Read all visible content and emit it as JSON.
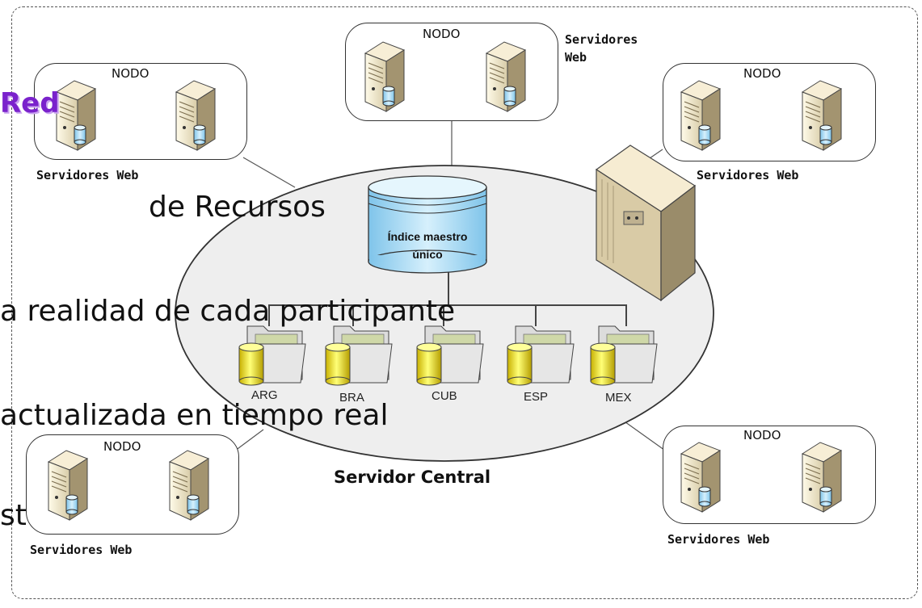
{
  "diagram": {
    "nodes": [
      {
        "id": "nodo-top-left",
        "label": "NODO",
        "caption": "Servidores Web"
      },
      {
        "id": "nodo-top-center",
        "label": "NODO",
        "caption": "Servidores\nWeb"
      },
      {
        "id": "nodo-top-right",
        "label": "NODO",
        "caption": "Servidores Web"
      },
      {
        "id": "nodo-bottom-left",
        "label": "NODO",
        "caption": "Servidores Web"
      },
      {
        "id": "nodo-bottom-right",
        "label": "NODO",
        "caption": "Servidores Web"
      }
    ],
    "central": {
      "label": "Servidor Central",
      "index_label_line1": "Índice maestro",
      "index_label_line2": "único",
      "countries": [
        "ARG",
        "BRA",
        "CUB",
        "ESP",
        "MEX"
      ]
    }
  },
  "background_slide": {
    "title_fragment": "Red",
    "lines": [
      "de Recursos",
      "a realidad de cada participante",
      "actualizada en tiempo real",
      "stándar"
    ]
  },
  "colors": {
    "title": "#7a22cc",
    "database": "#aee0f7",
    "folder_db": "#ffff66"
  }
}
